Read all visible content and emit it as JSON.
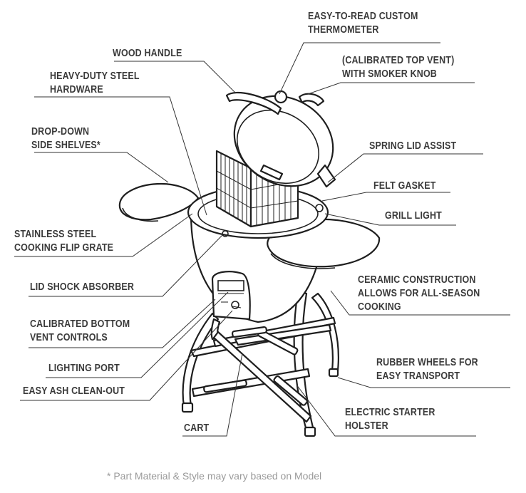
{
  "labels": {
    "thermometer": "EASY-TO-READ CUSTOM\nTHERMOMETER",
    "wood_handle": "WOOD HANDLE",
    "top_vent": "(CALIBRATED TOP VENT)\nWITH SMOKER KNOB",
    "hardware": "HEAVY-DUTY STEEL\nHARDWARE",
    "side_shelves": "DROP-DOWN\nSIDE SHELVES*",
    "spring_lid": "SPRING LID ASSIST",
    "felt_gasket": "FELT GASKET",
    "grill_light": "GRILL LIGHT",
    "flip_grate": "STAINLESS STEEL\nCOOKING FLIP GRATE",
    "lid_shock": "LID SHOCK ABSORBER",
    "ceramic": "CERAMIC CONSTRUCTION\nALLOWS FOR ALL-SEASON\nCOOKING",
    "bottom_vent": "CALIBRATED BOTTOM\nVENT CONTROLS",
    "lighting_port": "LIGHTING PORT",
    "ash_cleanout": "EASY ASH CLEAN-OUT",
    "rubber_wheels": "RUBBER WHEELS FOR\nEASY TRANSPORT",
    "cart": "CART",
    "electric_starter": "ELECTRIC STARTER\nHOLSTER"
  },
  "footnote": "* Part Material & Style may vary based on Model"
}
